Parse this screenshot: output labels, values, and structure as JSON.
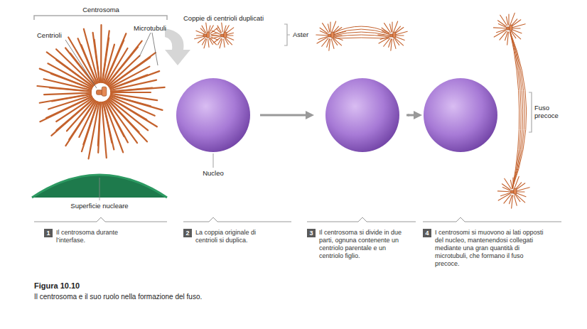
{
  "diagram": {
    "title": "Figura 10.10",
    "caption": "Il centrosoma e il suo ruolo nella formazione del fuso.",
    "labels": [
      "Centrosoma",
      "Centrioli",
      "Microtubuli",
      "Coppie di centrioli duplicati",
      "Aster",
      "Nucleo",
      "Fuso precoce",
      "Superficie nucleare",
      "1",
      "Il centrosoma durante l’interfase.",
      "2",
      "La coppia originale di centrioli si duplica.",
      "3",
      "Il centrosoma si divide in due parti, ognuna contenente un centriolo parentale e un centriolo figlio.",
      "4",
      "I centrosomi si muovono ai lati opposti del nucleo, mantenendosi collegati mediante una gran quantità di microtubuli, che formano il fuso precoce."
    ]
  }
}
